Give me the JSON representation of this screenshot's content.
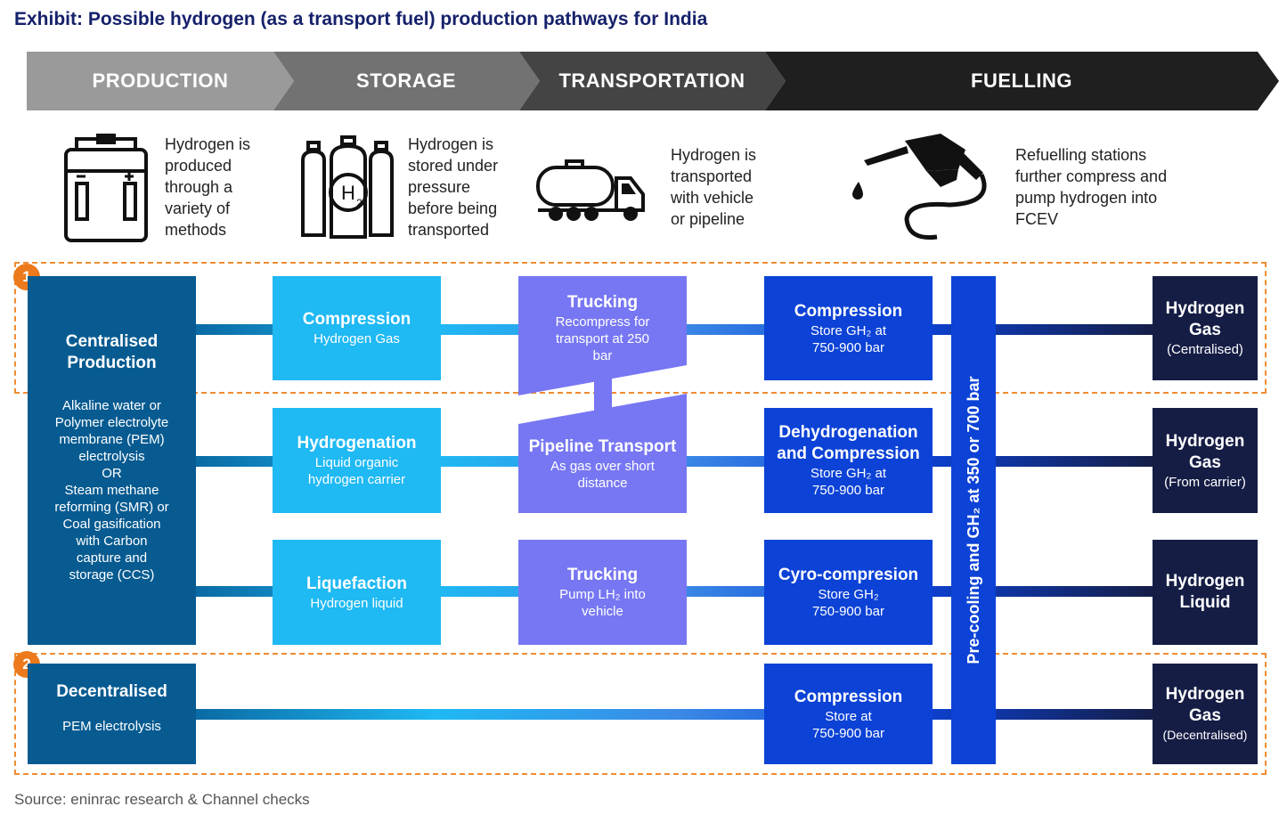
{
  "title": "Exhibit: Possible hydrogen (as a transport fuel) production pathways for India",
  "source": "Source: eninrac research & Channel checks",
  "stages": [
    {
      "label": "PRODUCTION",
      "color": "#9a9a9a"
    },
    {
      "label": "STORAGE",
      "color": "#727272"
    },
    {
      "label": "TRANSPORTATION",
      "color": "#444444"
    },
    {
      "label": "FUELLING",
      "color": "#1f1f1f"
    }
  ],
  "descriptions": [
    {
      "icon": "battery-icon",
      "text": "Hydrogen is\nproduced\nthrough a\nvariety of\nmethods"
    },
    {
      "icon": "hydrogen-cylinders-icon",
      "text": "Hydrogen is\nstored under\npressure\nbefore being\ntransported"
    },
    {
      "icon": "tanker-truck-icon",
      "text": "Hydrogen is\ntransported\nwith vehicle\nor pipeline"
    },
    {
      "icon": "fuel-nozzle-icon",
      "text": "Refuelling stations\nfurther compress and\npump hydrogen into\nFCEV"
    }
  ],
  "badges": [
    "1",
    "2"
  ],
  "production": {
    "centralised": {
      "title": "Centralised\nProduction",
      "detail": "Alkaline water or\nPolymer electrolyte\nmembrane (PEM)\nelectrolysis\nOR\nSteam methane\nreforming (SMR) or\nCoal gasification\nwith Carbon\ncapture and\nstorage (CCS)"
    },
    "decentralised": {
      "title": "Decentralised",
      "detail": "PEM electrolysis"
    }
  },
  "storage": [
    {
      "title": "Compression",
      "sub": "Hydrogen Gas"
    },
    {
      "title": "Hydrogenation",
      "sub": "Liquid organic\nhydrogen carrier"
    },
    {
      "title": "Liquefaction",
      "sub": "Hydrogen liquid"
    }
  ],
  "transport": [
    {
      "title": "Trucking",
      "sub": "Recompress for\ntransport at 250\nbar"
    },
    {
      "title": "Pipeline Transport",
      "sub": "As gas over short\ndistance"
    },
    {
      "title": "Trucking",
      "sub": "Pump LH₂ into\nvehicle"
    }
  ],
  "fuelling": [
    {
      "title": "Compression",
      "sub": "Store GH₂ at\n750-900 bar"
    },
    {
      "title": "Dehydrogenation\nand Compression",
      "sub": "Store GH₂ at\n750-900 bar"
    },
    {
      "title": "Cyro-compresion",
      "sub": "Store GH₂\n750-900 bar"
    },
    {
      "title": "Compression",
      "sub": "Store at\n750-900 bar"
    }
  ],
  "precooling": "Pre-cooling and GH₂ at 350 or 700 bar",
  "outputs": [
    {
      "title": "Hydrogen\nGas",
      "sub": "(Centralised)"
    },
    {
      "title": "Hydrogen\nGas",
      "sub": "(From carrier)"
    },
    {
      "title": "Hydrogen\nLiquid",
      "sub": ""
    },
    {
      "title": "Hydrogen\nGas",
      "sub": "(Decentralised)"
    }
  ],
  "colors": {
    "central": "#075b91",
    "storage": "#1fb9f3",
    "transport": "#7777f3",
    "fuelling": "#0c42d6",
    "final": "#151d45",
    "dashed": "#ef8c32"
  }
}
